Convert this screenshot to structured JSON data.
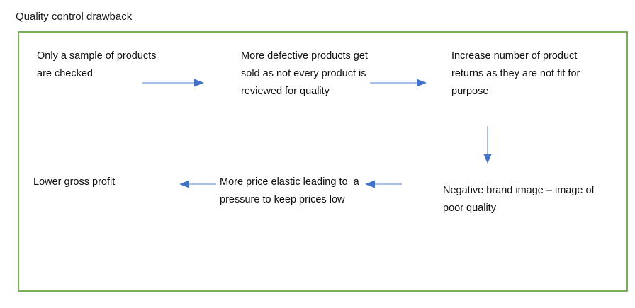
{
  "page": {
    "title": "Quality control drawback",
    "background_color": "#ffffff",
    "frame_border_color": "#7BAE58",
    "text_color": "#101010",
    "arrow_shaft_color": "#9DB7E3",
    "arrow_head_color": "#4472C4"
  },
  "diagram": {
    "type": "flow-chart",
    "nodes": [
      {
        "id": "sample",
        "text": "Only a sample of products are checked",
        "lines": [
          "Only a sample of",
          "products are",
          "checked"
        ]
      },
      {
        "id": "defective",
        "text": "More defective products get sold as not every product is reviewed for quality",
        "lines": [
          "More defective",
          "products get sold as",
          "not every product is",
          "reviewed for quality"
        ]
      },
      {
        "id": "returns",
        "text": "Increase number of product returns as they are not fit for purpose",
        "lines": [
          "Increase number of",
          "product returns as they",
          "are not fit for purpose"
        ]
      },
      {
        "id": "negative",
        "text": "Negative brand image – image of poor quality",
        "lines": [
          "Negative brand image –",
          "image of poor quality"
        ]
      },
      {
        "id": "elastic",
        "text": "More price elastic leading to  a pressure to keep prices low",
        "lines": [
          "More price elastic",
          "leading to  a pressure",
          "to keep prices low"
        ]
      },
      {
        "id": "profit",
        "text": "Lower gross profit",
        "lines": [
          "Lower gross profit"
        ]
      }
    ],
    "edges": [
      {
        "id": "sample-to-defective",
        "from": "sample",
        "to": "defective",
        "direction": "right"
      },
      {
        "id": "defective-to-returns",
        "from": "defective",
        "to": "returns",
        "direction": "right"
      },
      {
        "id": "returns-to-negative",
        "from": "returns",
        "to": "negative",
        "direction": "down"
      },
      {
        "id": "negative-to-elastic",
        "from": "negative",
        "to": "elastic",
        "direction": "left"
      },
      {
        "id": "elastic-to-profit",
        "from": "elastic",
        "to": "profit",
        "direction": "left"
      }
    ]
  }
}
